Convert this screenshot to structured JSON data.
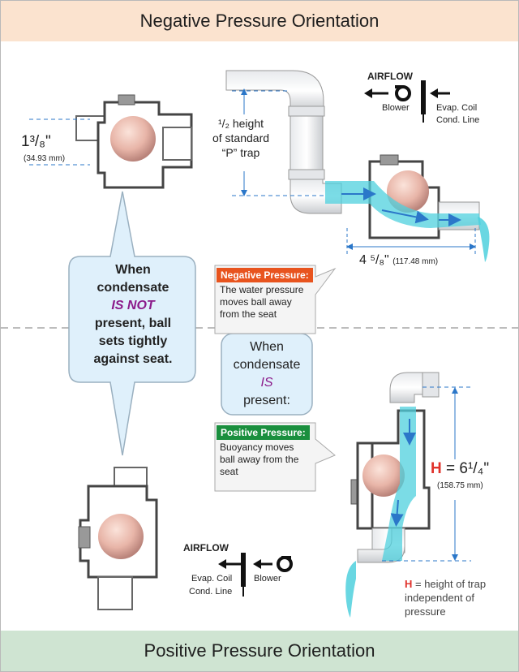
{
  "banners": {
    "top": "Negative Pressure Orientation",
    "bottom": "Positive Pressure Orientation"
  },
  "top_left_trap": {
    "dimension": "1³/₈\"",
    "dimension_mm": "(34.93 mm)"
  },
  "top_right": {
    "half_height": [
      "¹/₂ height",
      "of standard",
      "“P” trap"
    ],
    "width_dimension": "4 ⁵/₈\"",
    "width_mm": "(117.48 mm)",
    "airflow": {
      "title": "AIRFLOW",
      "blower": "Blower",
      "evap_coil": "Evap. Coil",
      "cond_line": "Cond. Line"
    }
  },
  "bubble_not": {
    "line1": "When",
    "line2": "condensate",
    "emphasis": "IS NOT",
    "line3": "present, ball",
    "line4": "sets tightly",
    "line5": "against seat."
  },
  "bubble_is": {
    "line1": "When",
    "line2": "condensate",
    "emphasis": "IS",
    "line3": "present:"
  },
  "negative_callout": {
    "title": "Negative Pressure:",
    "body": [
      "The water pressure",
      "moves ball away",
      "from the seat"
    ],
    "color": "#e8541e"
  },
  "positive_callout": {
    "title": "Positive Pressure:",
    "body": [
      "Buoyancy moves",
      "ball away from the",
      "seat"
    ],
    "color": "#1a8f3e"
  },
  "bottom_left": {
    "airflow": {
      "title": "AIRFLOW",
      "evap_coil": "Evap. Coil",
      "blower": "Blower",
      "cond_line": "Cond. Line"
    }
  },
  "bottom_right": {
    "h_letter": "H",
    "h_value": " = 6¹/₄\"",
    "h_mm": "(158.75 mm)",
    "h_note_letter": "H",
    "h_note": [
      " = height of trap",
      "independent of",
      "pressure"
    ]
  },
  "colors": {
    "accent_red": "#e0322b",
    "emphasis_purple": "#8b1a8a",
    "water": "#4fd0dd",
    "dimension_blue": "#2b77c9",
    "ball": "#e8b5a8",
    "bubble_fill": "#dff0fb"
  }
}
